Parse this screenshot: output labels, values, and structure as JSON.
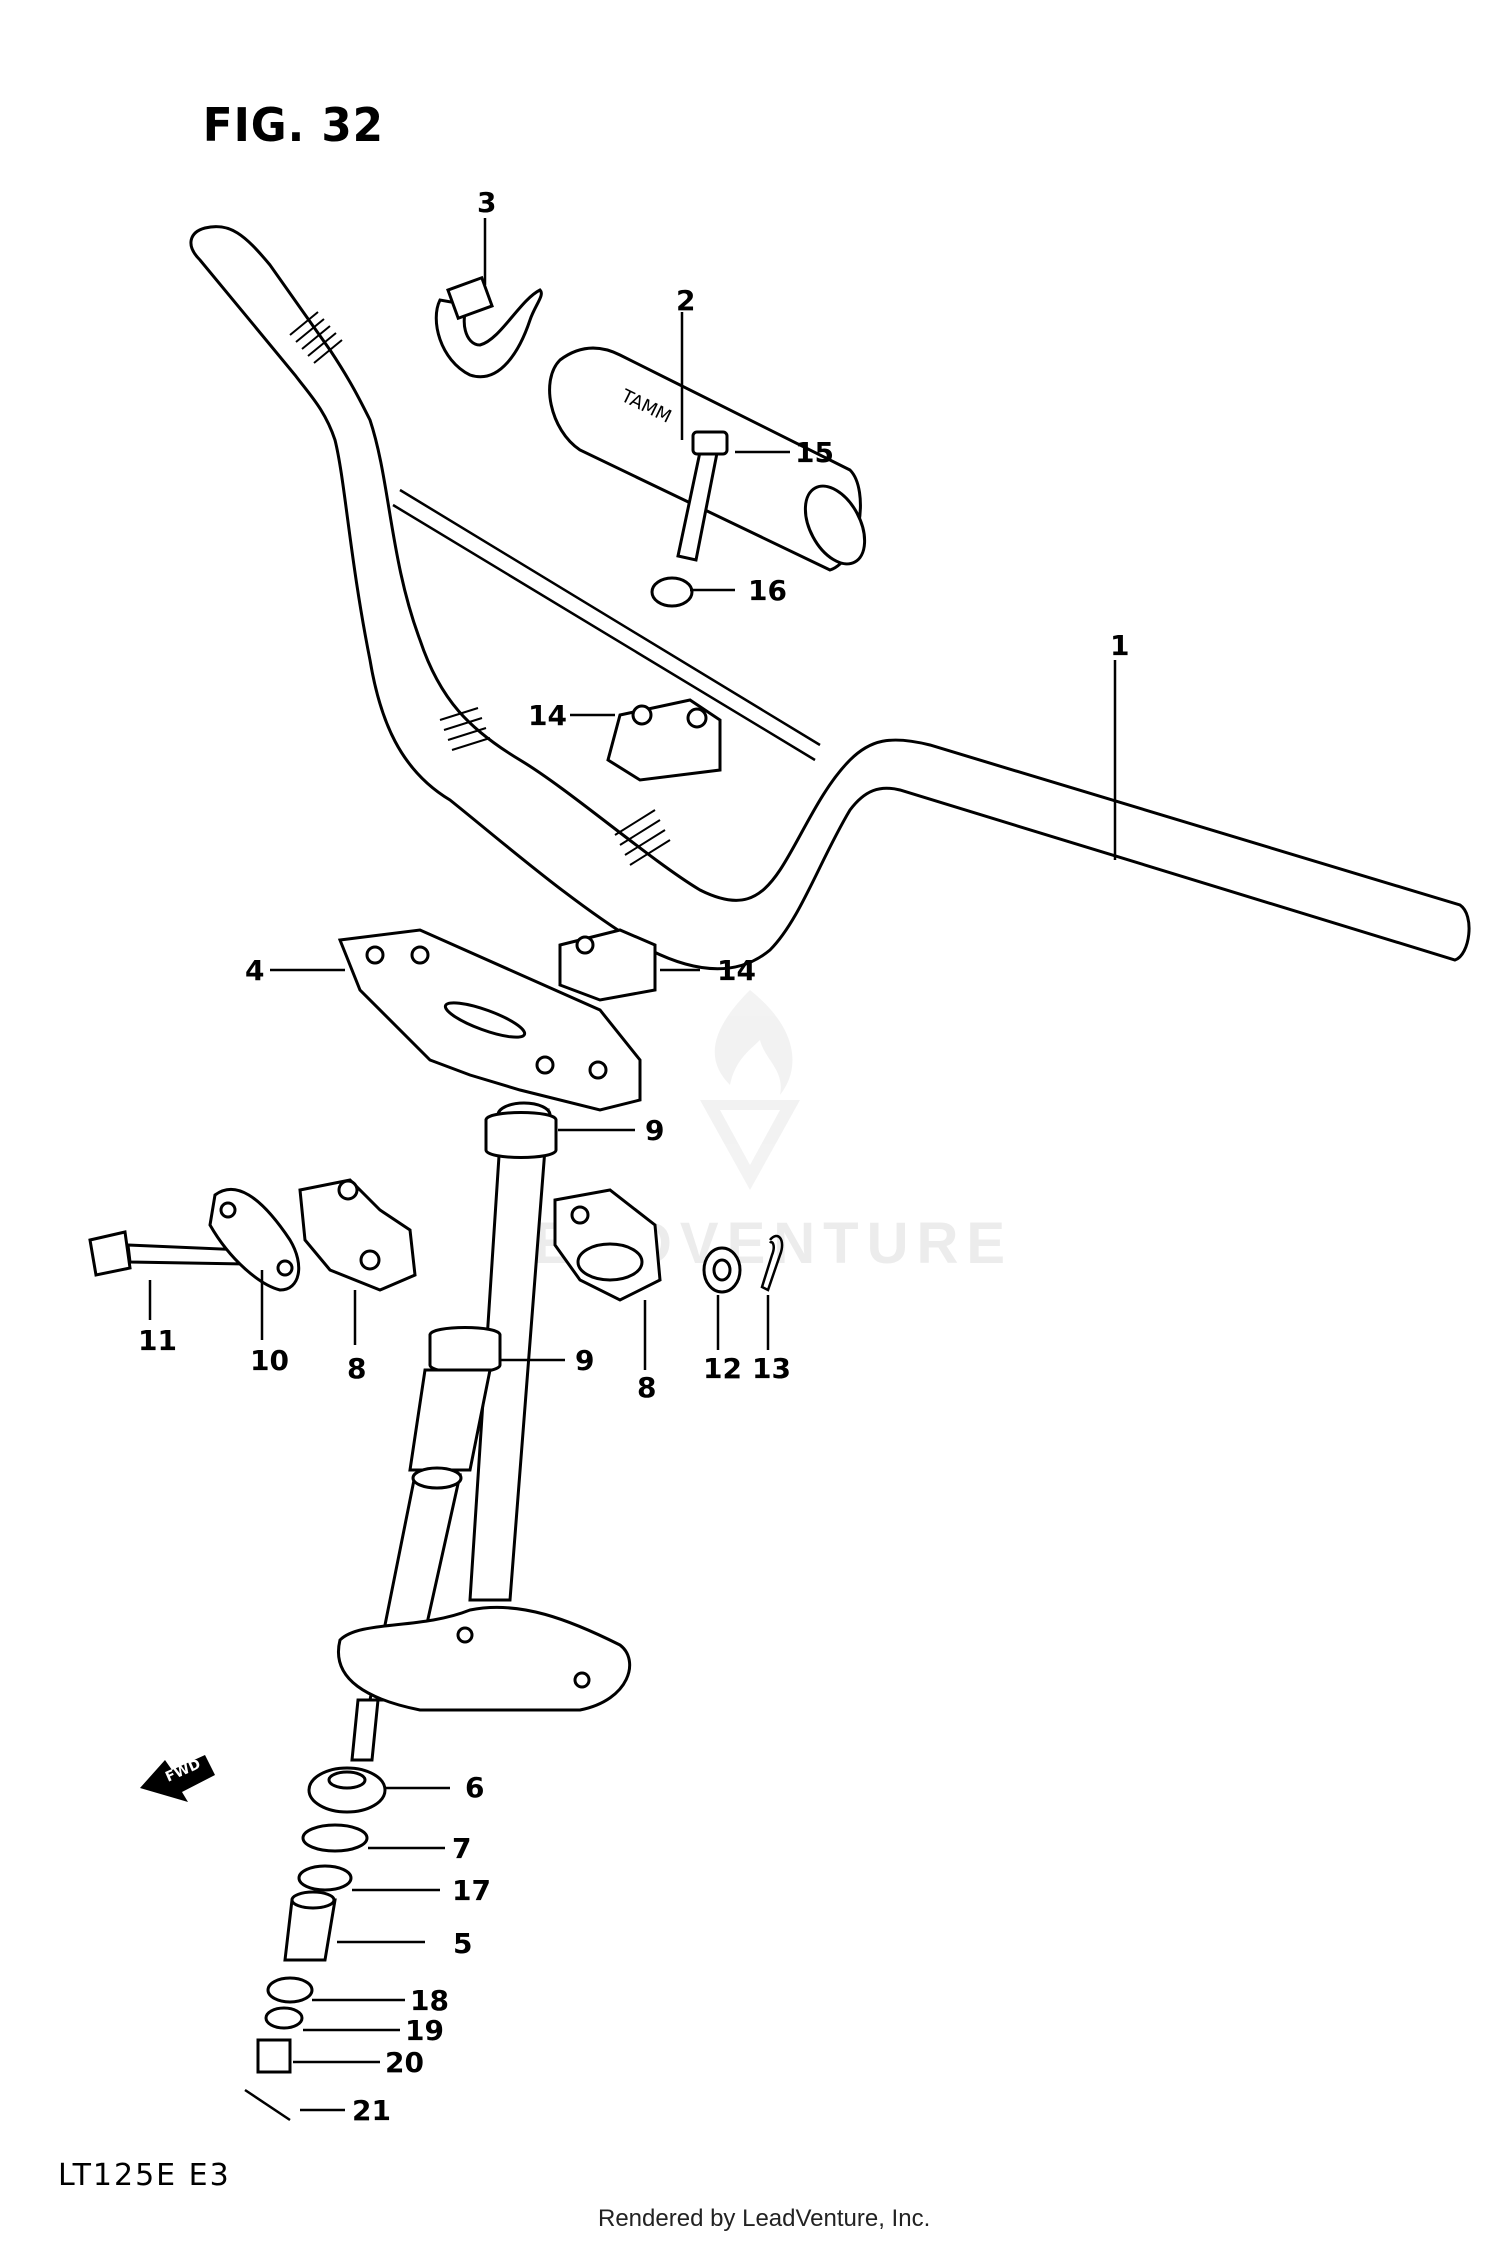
{
  "figure": {
    "title": "FIG. 32",
    "model": "LT125E  E3",
    "footer": "Rendered by LeadVenture, Inc.",
    "watermark": "LEADVENTURE"
  },
  "callouts": [
    {
      "id": "c1",
      "text": "1"
    },
    {
      "id": "c2",
      "text": "2"
    },
    {
      "id": "c3",
      "text": "3"
    },
    {
      "id": "c4",
      "text": "4"
    },
    {
      "id": "c5",
      "text": "5"
    },
    {
      "id": "c6",
      "text": "6"
    },
    {
      "id": "c7",
      "text": "7"
    },
    {
      "id": "c8a",
      "text": "8"
    },
    {
      "id": "c8b",
      "text": "8"
    },
    {
      "id": "c9a",
      "text": "9"
    },
    {
      "id": "c9b",
      "text": "9"
    },
    {
      "id": "c10",
      "text": "10"
    },
    {
      "id": "c11",
      "text": "11"
    },
    {
      "id": "c12",
      "text": "12"
    },
    {
      "id": "c13",
      "text": "13"
    },
    {
      "id": "c14a",
      "text": "14"
    },
    {
      "id": "c14b",
      "text": "14"
    },
    {
      "id": "c15",
      "text": "15"
    },
    {
      "id": "c16",
      "text": "16"
    },
    {
      "id": "c17",
      "text": "17"
    },
    {
      "id": "c18",
      "text": "18"
    },
    {
      "id": "c19",
      "text": "19"
    },
    {
      "id": "c20",
      "text": "20"
    },
    {
      "id": "c21",
      "text": "21"
    }
  ],
  "fwd_label": "FWD"
}
